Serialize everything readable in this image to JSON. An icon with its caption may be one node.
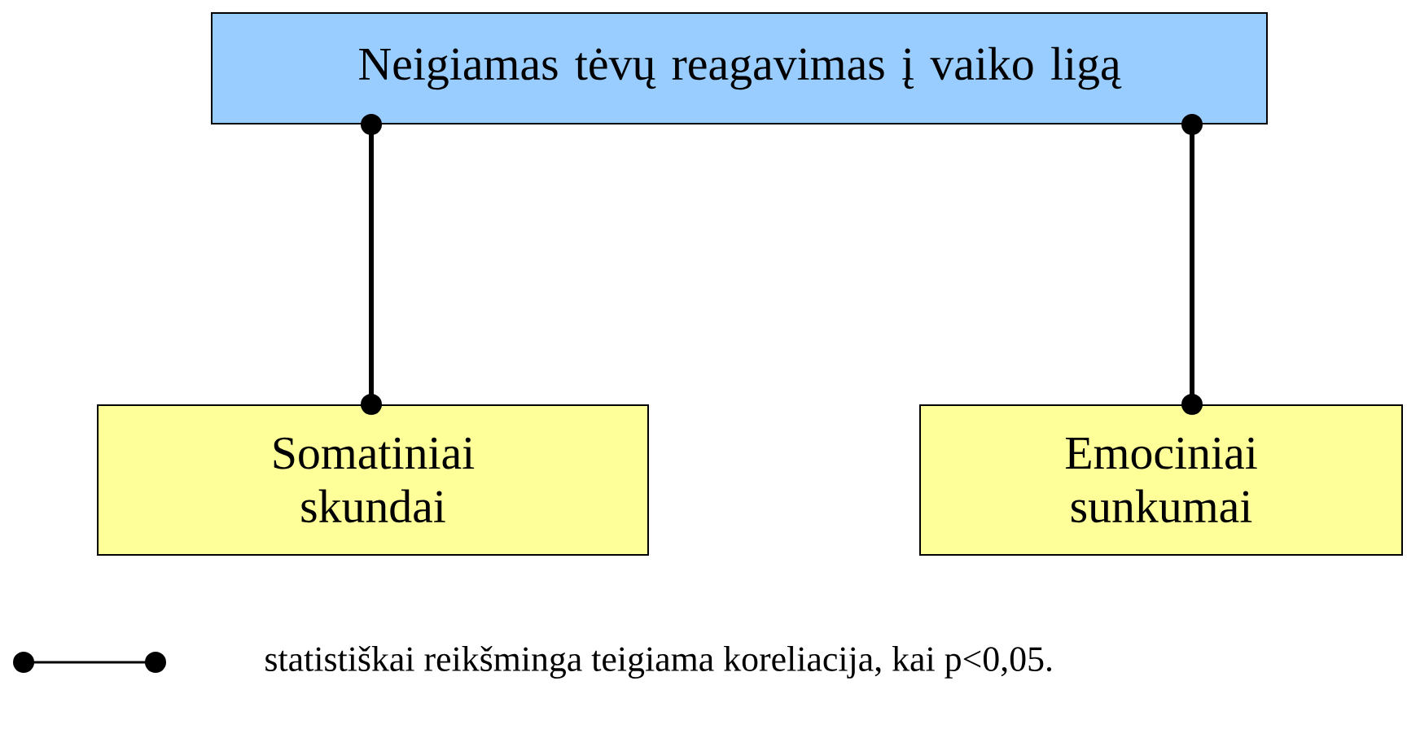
{
  "diagram": {
    "nodes": [
      {
        "text": [
          "Neigiamas tėvų reagavimas į vaiko ligą"
        ]
      },
      {
        "text": [
          "Somatiniai skundai"
        ]
      },
      {
        "text": [
          "Emociniai sunkumai"
        ]
      }
    ],
    "edges": [
      {
        "from": 0,
        "to": 1,
        "arrow": "other"
      },
      {
        "from": 0,
        "to": 2,
        "arrow": "other"
      }
    ],
    "legend": [
      {
        "text": "statistiškai reikšminga teigiama koreliacija, kai p<0,05."
      }
    ]
  }
}
